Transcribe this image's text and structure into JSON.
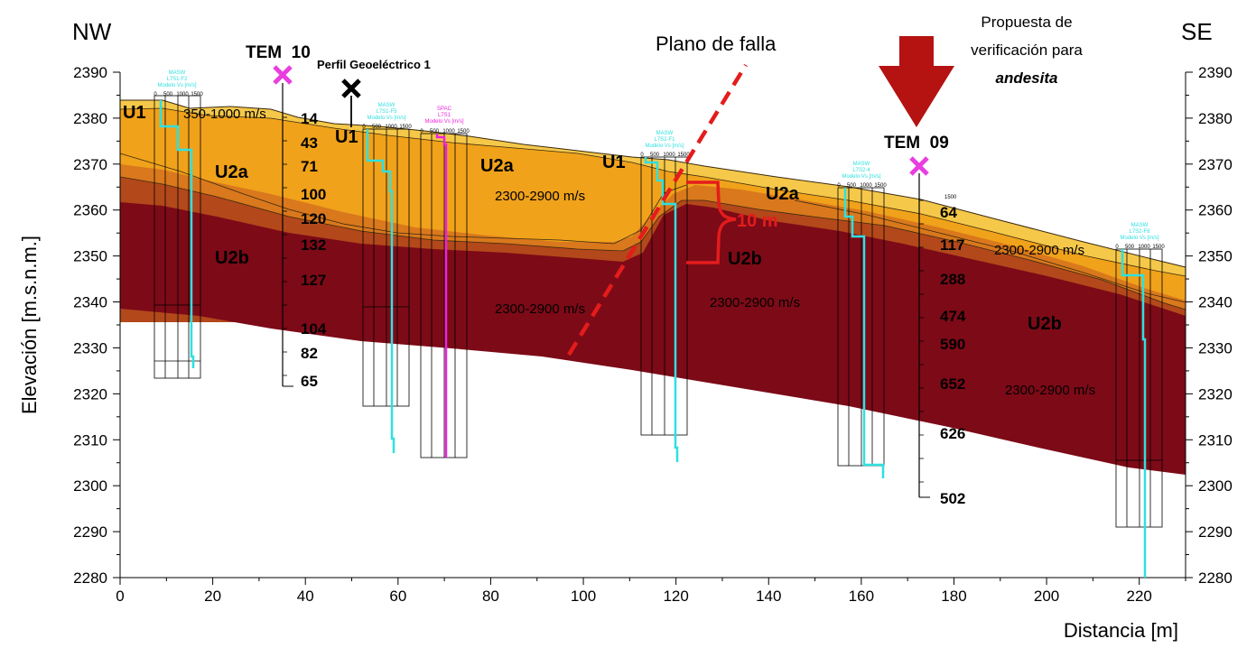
{
  "corner_labels": {
    "nw": "NW",
    "se": "SE"
  },
  "axes": {
    "y_title": "Elevación [m.s.n.m.]",
    "x_title": "Distancia [m]",
    "y_ticks": [
      "2390",
      "2380",
      "2370",
      "2360",
      "2350",
      "2340",
      "2330",
      "2320",
      "2310",
      "2300",
      "2290",
      "2280"
    ],
    "x_ticks": [
      "0",
      "20",
      "40",
      "60",
      "80",
      "100",
      "120",
      "140",
      "160",
      "180",
      "200",
      "220"
    ],
    "y_range": [
      2280,
      2390
    ],
    "x_range": [
      0,
      230
    ]
  },
  "layer_colors": {
    "U1": "#f5c84a",
    "U2a_upper": "#f0a21a",
    "U2a_lower": "#d9781c",
    "U2a_base": "#b3481a",
    "U2b": "#7d0a17"
  },
  "labels": {
    "u1_left": "U1",
    "u1_mid": "U1",
    "u1_right": "U1",
    "u2a_left": "U2a",
    "u2a_mid": "U2a",
    "u2a_right": "U2a",
    "u2b_left": "U2b",
    "u2b_mid": "U2b",
    "u2b_right": "U2b",
    "v_u1": "350-1000 m/s",
    "v_mid_1": "2300-2900 m/s",
    "v_mid_2": "2300-2900 m/s",
    "v_mid_3": "2300-2900 m/s",
    "v_right_1": "2300-2900 m/s",
    "v_right_2": "2300-2900 m/s",
    "fault": "Plano de falla",
    "offset": "10 m",
    "proposal_1": "Propuesta de",
    "proposal_2": "verificación para",
    "proposal_3": "andesita",
    "perfil": "Perfil Geoeléctrico 1"
  },
  "tem10": {
    "label": "TEM  10",
    "values": [
      "14",
      "43",
      "71",
      "100",
      "120",
      "132",
      "127",
      "104",
      "82",
      "65"
    ]
  },
  "tem09": {
    "label": "TEM  09",
    "top_tick": "1500",
    "values": [
      "64",
      "117",
      "288",
      "474",
      "590",
      "652",
      "626",
      "502"
    ]
  },
  "masw": [
    {
      "title": [
        "MASW",
        "L7S1-F2",
        "Modelo Vs [m/s]"
      ],
      "scale": [
        "0",
        "500",
        "1000",
        "1500"
      ]
    },
    {
      "title": [
        "MASW",
        "L7S1-F5",
        "Modelo Vs [m/s]"
      ],
      "scale": [
        "0",
        "500",
        "1000",
        "1500"
      ]
    },
    {
      "title": [
        "SPAC",
        "L7S1",
        "Modelo Vs [m/s]"
      ],
      "scale": [
        "0",
        "500",
        "1000",
        "1500"
      ]
    },
    {
      "title": [
        "MASW",
        "L7S2-F1",
        "Modelo Vs [m/s]"
      ],
      "scale": [
        "0",
        "500",
        "1000",
        "1500"
      ]
    },
    {
      "title": [
        "MASW",
        "L7S2-4",
        "Modelo Vs [m/s]"
      ],
      "scale": [
        "0",
        "500",
        "1000",
        "1500"
      ]
    },
    {
      "title": [
        "MASW",
        "L7S2-F8",
        "Modelo Vs [m/s]"
      ],
      "scale": [
        "0",
        "500",
        "1000",
        "1500"
      ]
    }
  ],
  "icons": {
    "tem_marker": "x-marker-icon",
    "perfil_marker": "x-marker-icon",
    "arrow": "down-arrow-icon"
  }
}
